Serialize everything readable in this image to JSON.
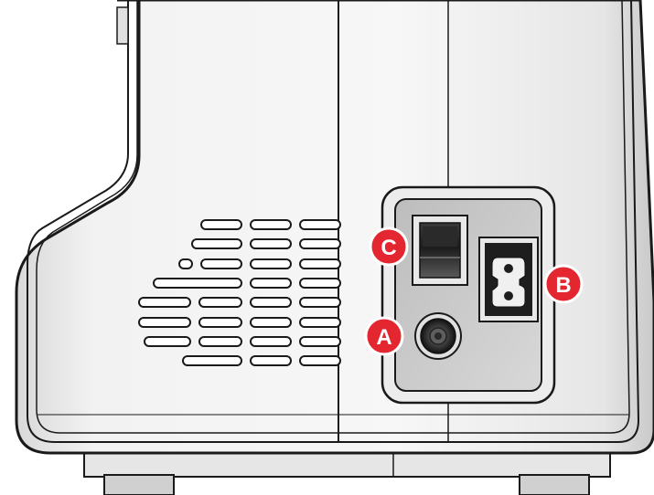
{
  "callouts": {
    "a": {
      "letter": "A",
      "part": "foot-control-socket"
    },
    "b": {
      "letter": "B",
      "part": "power-cord-socket"
    },
    "c": {
      "letter": "C",
      "part": "power-switch"
    }
  },
  "colors": {
    "callout_fill": "#e3262f",
    "callout_ring": "#ffffff",
    "outline": "#1a1a1a",
    "body_light": "#f5f5f5",
    "body_shade": "#d6d6d6",
    "panel": "#c8c8c8"
  }
}
